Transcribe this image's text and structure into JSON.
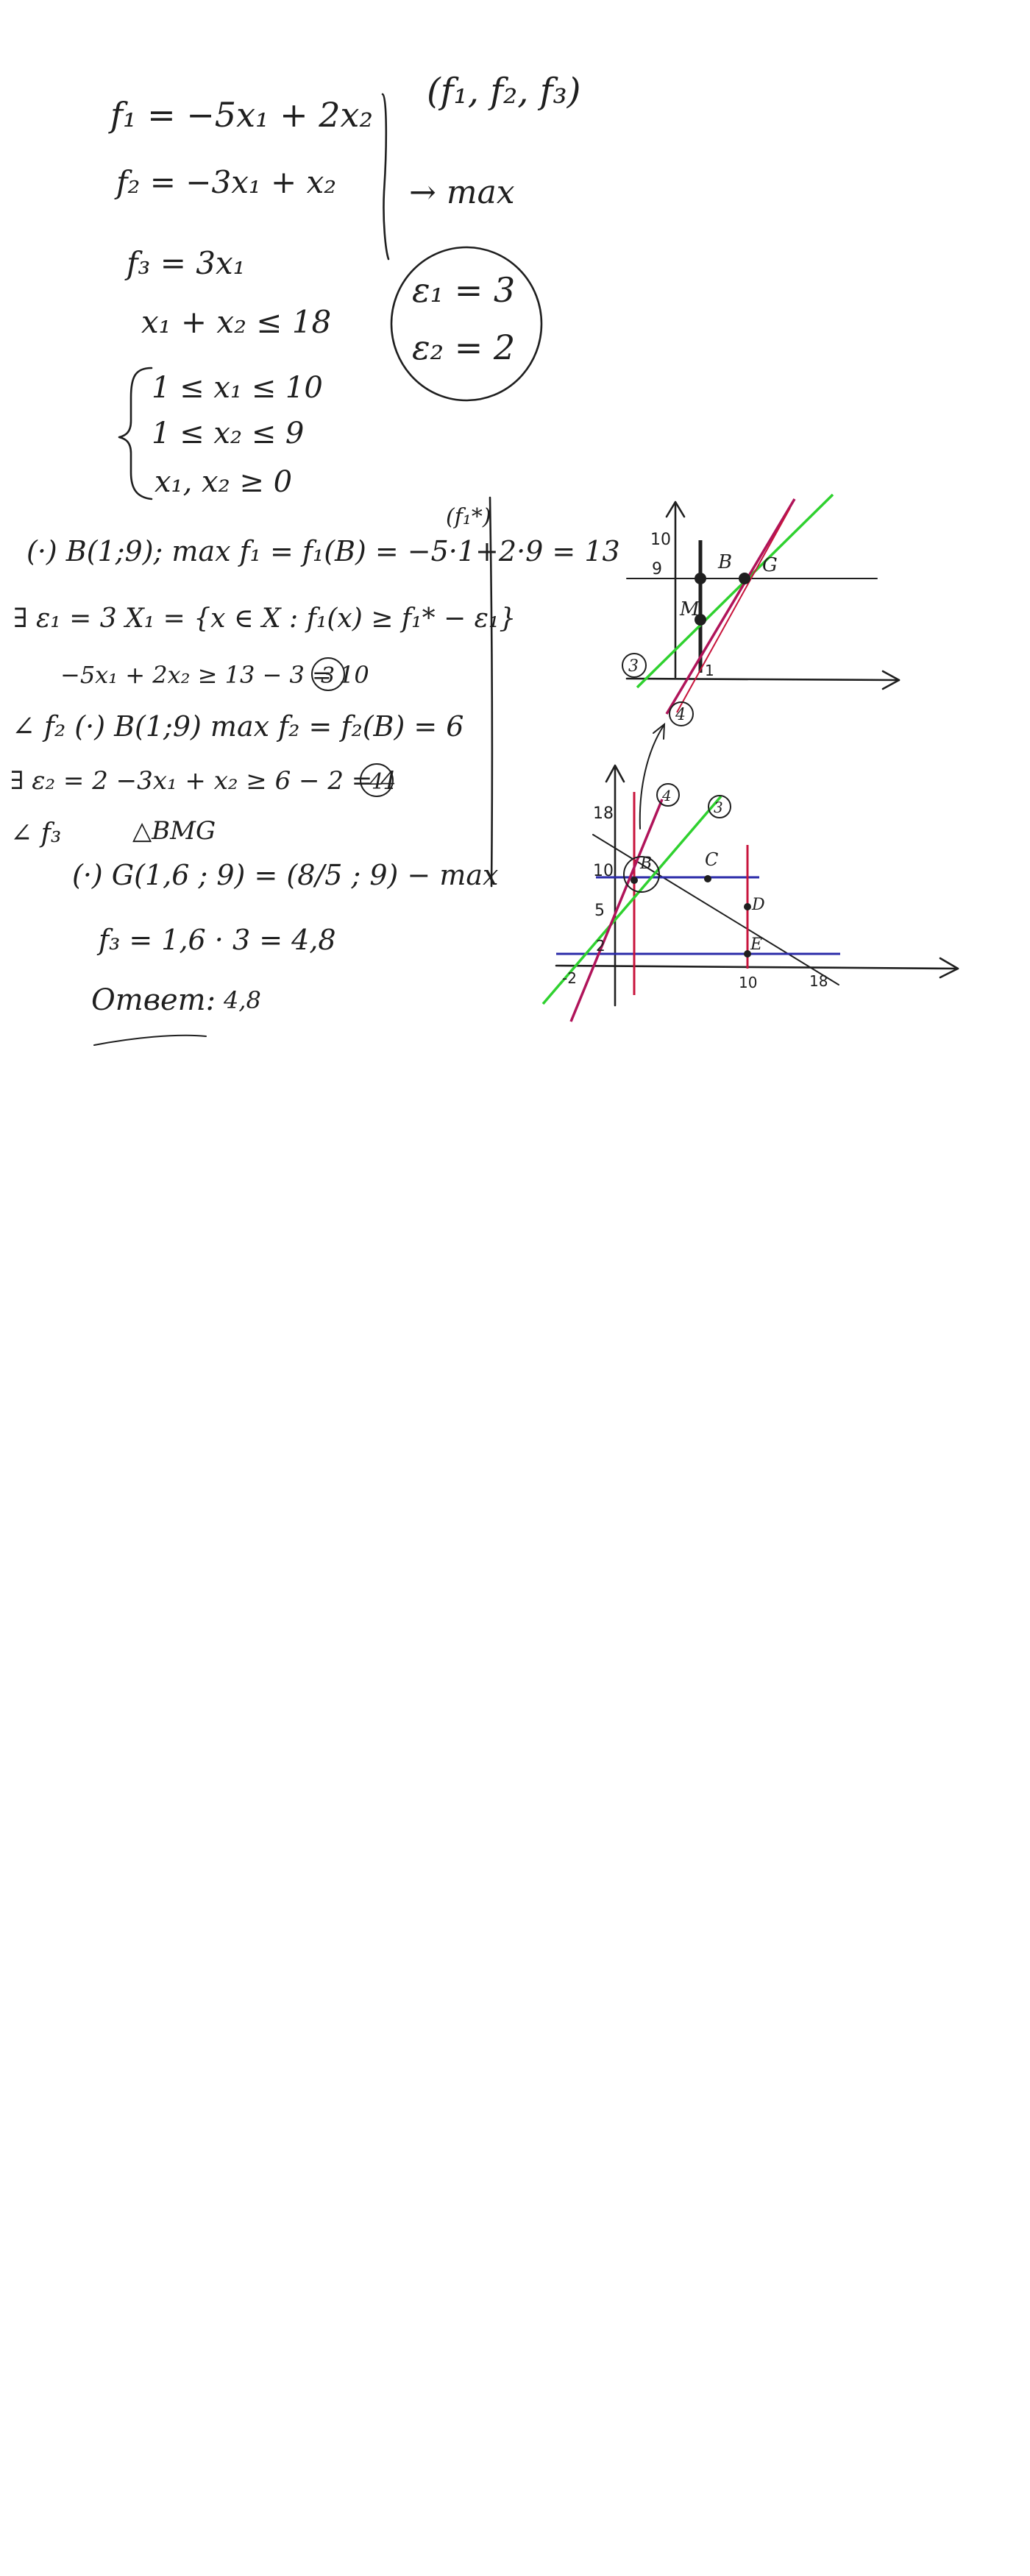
{
  "problem": {
    "objectives": [
      "f₁ = −5x₁ + 2x₂",
      "f₂ = −3x₁ + x₂",
      "f₃ = 3x₁"
    ],
    "constraints": [
      "x₁ + x₂ ≤ 18",
      "1 ≤ x₁ ≤ 10",
      "1 ≤ x₂ ≤ 9",
      "x₁, x₂ ≥ 0"
    ],
    "vector": "(f₁, f₂, f₃)",
    "goal": "→ max",
    "eps1": "ε₁ = 3",
    "eps2": "ε₂ = 2"
  },
  "solution": {
    "f1_star_label": "(f₁*)",
    "line1": "(·) B(1;9); max f₁ = f₁(B) = −5·1+2·9 = 13",
    "line2": "∃ ε₁ = 3   X₁ = {x ∈ X : f₁(x) ≥ f₁* − ε₁}",
    "line3": "−5x₁ + 2x₂ ≥ 13 − 3 = 10",
    "line3_circ": "3",
    "line4": "∠ f₂   (·) B(1;9)  max f₂ = f₂(B) = 6",
    "line5": "∃ ε₂ = 2   −3x₁ + x₂ ≥ 6 − 2 = 4",
    "line5_circ": "4",
    "line6a": "∠ f₃",
    "line6b": "△BMG",
    "line7": "(·) G(1,6 ; 9) = (8/5 ; 9) − max",
    "line8": "f₃ = 1,6 · 3 = 4,8",
    "answer_label": "Ответ:",
    "answer_value": "4,8"
  },
  "graph_top": {
    "tick_y_10": "10",
    "tick_y_9": "9",
    "tick_x_1": "1",
    "point_B": "B",
    "point_G": "G",
    "point_M": "M",
    "circ_3": "3",
    "circ_4": "4"
  },
  "graph_bottom": {
    "tick_y_18": "18",
    "tick_y_10": "10",
    "tick_y_5": "5",
    "tick_y_2": "2",
    "tick_x_neg2": "-2",
    "tick_x_10": "10",
    "tick_x_18": "18",
    "point_B": "B",
    "point_C": "C",
    "point_D": "D",
    "point_E": "E",
    "circ_3": "3",
    "circ_4": "4"
  },
  "colors": {
    "ink": "#1f1f1f",
    "green": "#2fd12f",
    "red": "#c8143c",
    "blue": "#2a2aa8",
    "magenta": "#b0145a"
  }
}
